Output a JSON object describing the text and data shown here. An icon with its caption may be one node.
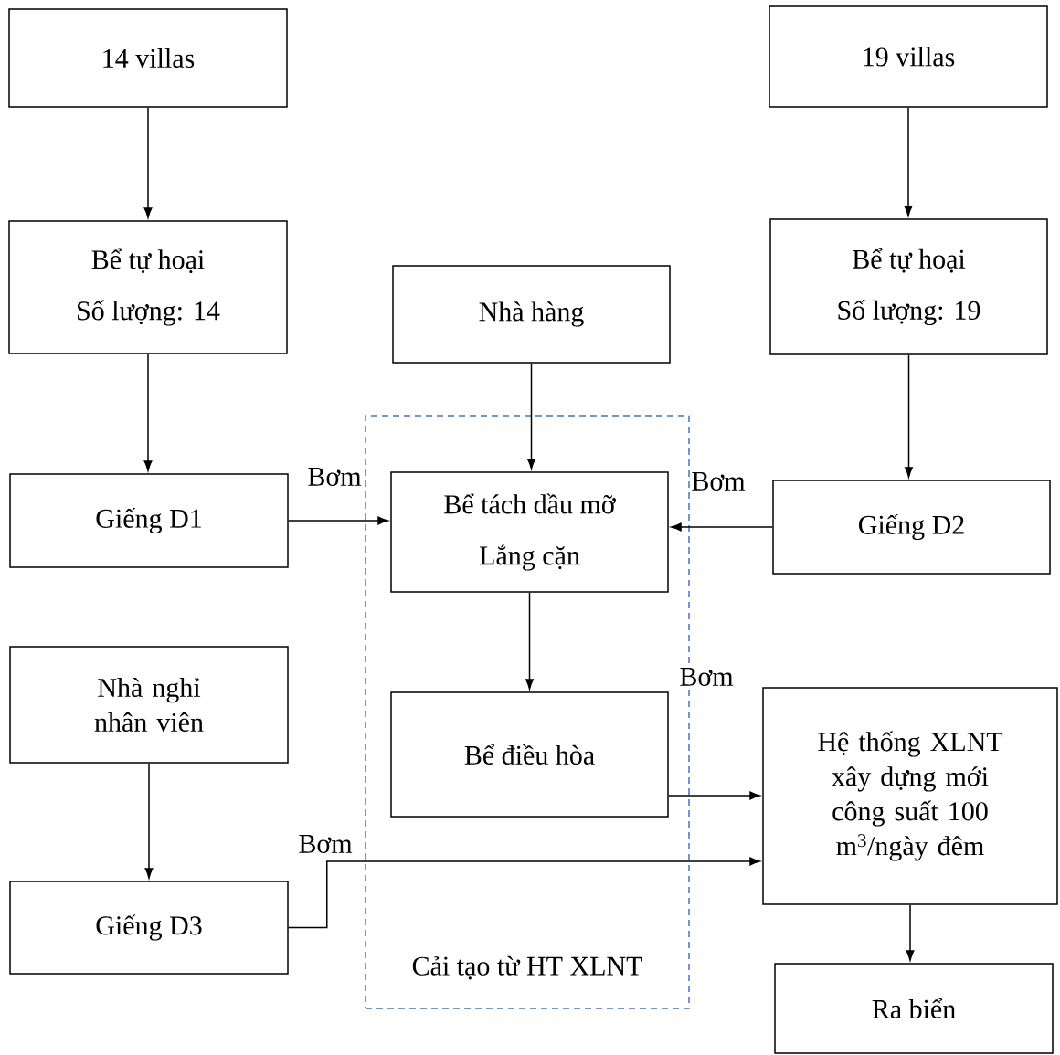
{
  "diagram": {
    "nodes": [
      {
        "text": [
          "14 villas"
        ]
      },
      {
        "text": [
          "19 villas"
        ]
      },
      {
        "text": [
          "Bể tự hoại",
          "Số lượng: 14"
        ]
      },
      {
        "text": [
          "Bể tự hoại",
          "Số lượng: 19"
        ]
      },
      {
        "text": [
          "Nhà hàng"
        ]
      },
      {
        "text": [
          "Cải tạo từ HT XLNT"
        ]
      },
      {
        "text": [
          "Bể tách dầu mỡ",
          "Lắng cặn"
        ],
        "in": 5
      },
      {
        "text": [
          "Giếng D1"
        ]
      },
      {
        "text": [
          "Giếng D2"
        ]
      },
      {
        "text": [
          "Nhà nghỉ nhân viên"
        ]
      },
      {
        "text": [
          "Bể điều hòa"
        ],
        "in": 5
      },
      {
        "text": [
          "Hệ thống XLNT xây dựng mới công suất 100 m$^{3}$/ngày đêm"
        ]
      },
      {
        "text": [
          "Giếng D3"
        ]
      },
      {
        "text": [
          "Ra biển"
        ]
      }
    ],
    "edges": [
      {
        "from": 0,
        "to": 2,
        "arrow": "to"
      },
      {
        "from": 1,
        "to": 3,
        "arrow": "to"
      },
      {
        "from": 2,
        "to": 7,
        "arrow": "to"
      },
      {
        "from": 3,
        "to": 8,
        "arrow": "to"
      },
      {
        "from": 4,
        "to": 6,
        "arrow": "to"
      },
      {
        "from": 7,
        "to": 6,
        "arrow": "to",
        "label": "Bơm"
      },
      {
        "from": 8,
        "to": 6,
        "arrow": "to",
        "label": "Bơm"
      },
      {
        "from": 6,
        "to": 10,
        "arrow": "to"
      },
      {
        "from": 10,
        "to": 11,
        "arrow": "to",
        "label": "Bơm"
      },
      {
        "from": 9,
        "to": 12,
        "arrow": "to"
      },
      {
        "from": 12,
        "to": 11,
        "arrow": "to",
        "label": "Bơm"
      },
      {
        "from": 11,
        "to": 13,
        "arrow": "to"
      }
    ]
  }
}
